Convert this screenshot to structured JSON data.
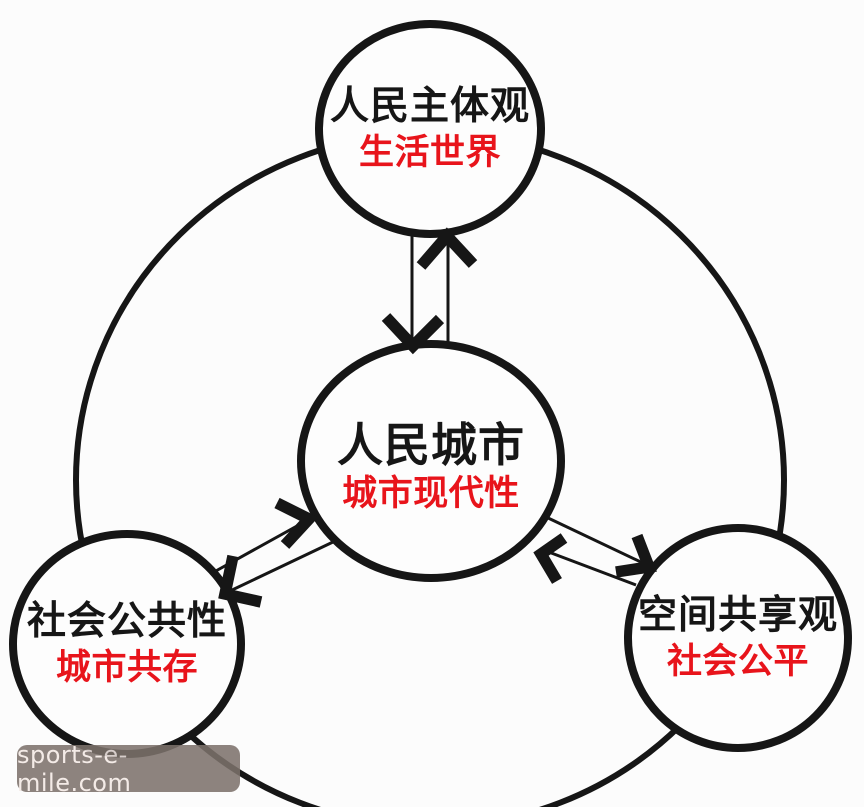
{
  "colors": {
    "ink": "#161616",
    "accent-red": "#e8141b",
    "background": "#fcfcfc",
    "node-fill": "#fdfdfd",
    "watermark-bg": "#7d726c",
    "watermark-text": "#f3e9e5"
  },
  "nodes": {
    "center": {
      "label": "人民城市",
      "sublabel": "城市现代性"
    },
    "top": {
      "label": "人民主体观",
      "sublabel": "生活世界"
    },
    "left": {
      "label": "社会公共性",
      "sublabel": "城市共存"
    },
    "right": {
      "label": "空间共享观",
      "sublabel": "社会公平"
    }
  },
  "arrows": [
    {
      "from": "top",
      "to": "center"
    },
    {
      "from": "center",
      "to": "top"
    },
    {
      "from": "left",
      "to": "center"
    },
    {
      "from": "center",
      "to": "left"
    },
    {
      "from": "center",
      "to": "right"
    },
    {
      "from": "right",
      "to": "center"
    }
  ],
  "watermark": {
    "text": "sports-e-mile.com"
  }
}
